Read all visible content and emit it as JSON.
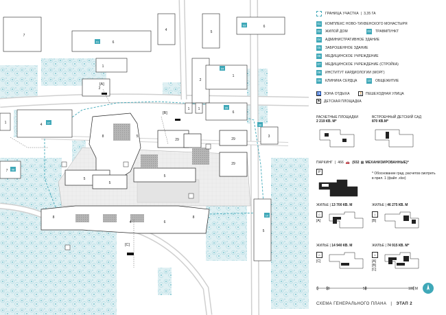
{
  "legend": {
    "boundary": {
      "label": "ГРАНИЦА УЧАСТКА",
      "value": "3,35 ГА"
    },
    "items": [
      {
        "num": "01",
        "label": "КОМПЛЕКС НОВО-ТИХВЕНСКОГО МОНАСТЫРЯ"
      },
      {
        "num": "02",
        "label": "ЖИЛОЙ ДОМ",
        "num2": "03",
        "label2": "ТРАВМПУНКТ"
      },
      {
        "num": "04",
        "label": "АДМИНИСТРАТИВНОЕ ЗДАНИЕ"
      },
      {
        "num": "05",
        "label": "ЗАБРОШЕННОЕ ЗДАНИЕ"
      },
      {
        "num": "06",
        "label": "МЕДИЦИНСКОЕ УЧРЕЖДЕНИЕ"
      },
      {
        "num": "07",
        "label": "МЕДИЦИНСКОЕ УЧРЕЖДЕНИЕ (СТРОЙКА)"
      },
      {
        "num": "08",
        "label": "ИНСТИТУТ КАРДИОЛОГИИ (МОРГ)"
      },
      {
        "num": "09",
        "label": "КЛИНИКА СЕРДЦА",
        "num2": "10",
        "label2": "ОБЩЕЖИТИЕ"
      }
    ],
    "rest_zone": "ЗОНА ОТДЫХА",
    "pedestrian": "ПЕШЕХОДНАЯ УЛИЦА",
    "playground": "ДЕТСКАЯ ПЛОЩАДКА"
  },
  "panels": {
    "calc_title": "РАСЧЕТНЫЕ ПЛОЩАДКИ",
    "calc_value": "2 219 КВ. М*",
    "kinder_title": "ВСТРОЕННЫЙ ДЕТСКИЙ САД",
    "kinder_value": "870 КВ.М*",
    "parking_label": "ПАРКИНГ",
    "parking_value": "466",
    "parking_mech": "(932",
    "parking_mech2": "МЕХАНИЗИРОВАННЫЕ)*",
    "parking_icon": "P",
    "note": "* Обоснование град. расчетов смотреть в прил. 1 (файл .xlsx)",
    "housing": [
      {
        "label": "ЖИЛЬЕ",
        "value": "13 700 КВ. М",
        "tags": [
          "[A]"
        ]
      },
      {
        "label": "ЖИЛЬЕ",
        "value": "46 275 КВ. М",
        "tags": [
          "[B]"
        ]
      },
      {
        "label": "ЖИЛЬЕ",
        "value": "14 940 КВ. М",
        "tags": [
          "[C]"
        ]
      },
      {
        "label": "ЖИЛЬЕ",
        "value": "74 915 КВ. М*",
        "tags": [
          "[A]",
          "[B]",
          "[C]"
        ]
      }
    ]
  },
  "scale": {
    "ticks": [
      "0",
      "10",
      "50",
      "100 М"
    ]
  },
  "title": {
    "main": "СХЕМА ГЕНЕРАЛЬНОГО ПЛАНА",
    "stage": "ЭТАП 2"
  },
  "map": {
    "labels": [
      {
        "id": "b1",
        "text": "7"
      },
      {
        "id": "b2",
        "text": "6"
      },
      {
        "id": "b3",
        "text": "4"
      },
      {
        "id": "b4",
        "text": "5"
      },
      {
        "id": "b5",
        "text": "6"
      },
      {
        "id": "b6",
        "text": "4"
      },
      {
        "id": "b7",
        "text": "2"
      },
      {
        "id": "b8",
        "text": "1"
      },
      {
        "id": "b9",
        "text": "1"
      },
      {
        "id": "b10",
        "text": "2"
      },
      {
        "id": "b11",
        "text": "6"
      },
      {
        "id": "b12",
        "text": "8"
      },
      {
        "id": "b13",
        "text": "5"
      },
      {
        "id": "b14",
        "text": "29"
      },
      {
        "id": "b15",
        "text": "29"
      },
      {
        "id": "b16",
        "text": "29"
      },
      {
        "id": "b17",
        "text": "5"
      },
      {
        "id": "b18",
        "text": "5"
      },
      {
        "id": "b19",
        "text": "5"
      },
      {
        "id": "b20",
        "text": "8"
      },
      {
        "id": "b21",
        "text": "8"
      },
      {
        "id": "b22",
        "text": "6"
      },
      {
        "id": "b23",
        "text": "4"
      },
      {
        "id": "b24",
        "text": "5"
      },
      {
        "id": "b25",
        "text": "7"
      },
      {
        "id": "b26",
        "text": "1"
      },
      {
        "id": "b27",
        "text": "1"
      },
      {
        "id": "b28",
        "text": "1"
      },
      {
        "id": "b29",
        "text": "3"
      }
    ],
    "badges": [
      "01",
      "02",
      "03",
      "04",
      "05",
      "06",
      "07",
      "08",
      "09",
      "10"
    ],
    "tag_a": "[A]",
    "tag_b": "[B]",
    "tag_c": "[C]"
  },
  "colors": {
    "accent": "#3fa8b8",
    "tree": "#bfe0e6",
    "building": "#ffffff",
    "hatch": "#9a9a9a"
  }
}
